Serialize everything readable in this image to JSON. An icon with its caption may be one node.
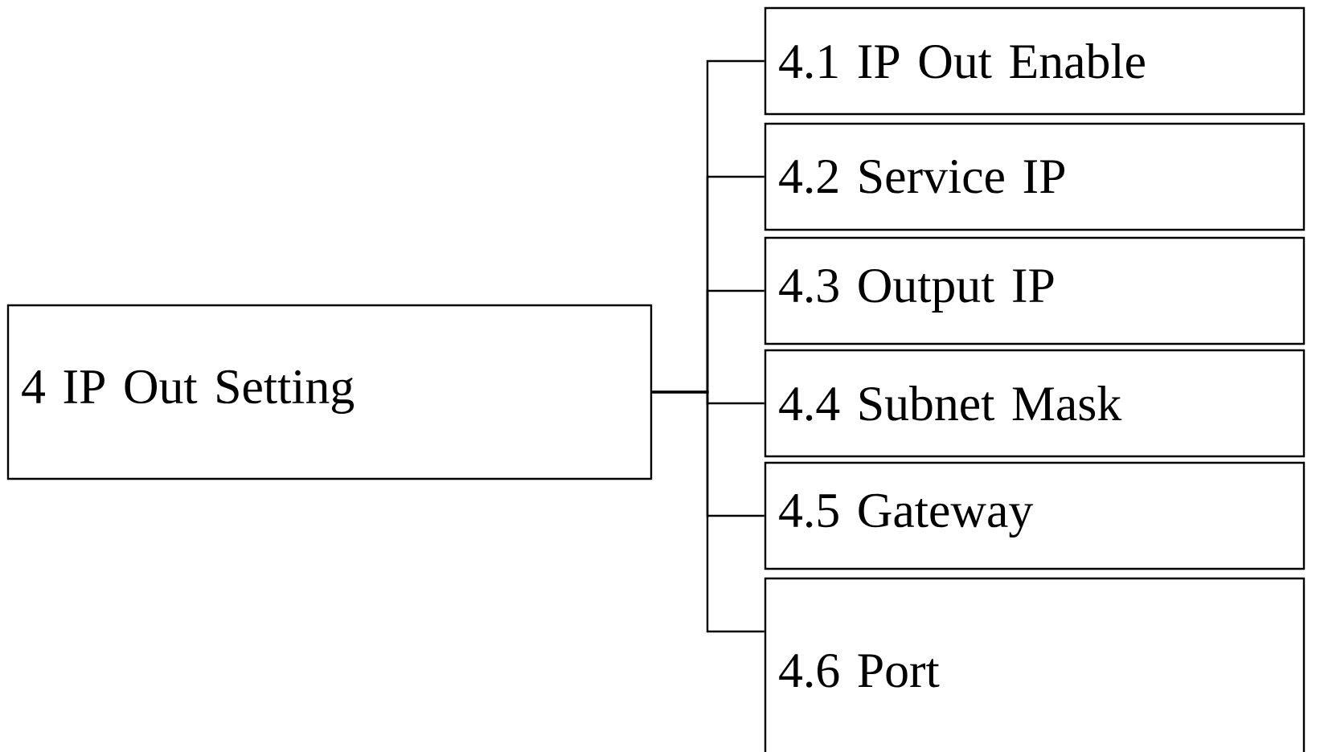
{
  "diagram": {
    "nodes": [
      {
        "text": [
          "4 IP Out Setting"
        ]
      },
      {
        "text": [
          "4.1 IP Out Enable"
        ]
      },
      {
        "text": [
          "4.2 Service IP"
        ]
      },
      {
        "text": [
          "4.3 Output IP"
        ]
      },
      {
        "text": [
          "4.4 Subnet Mask"
        ]
      },
      {
        "text": [
          "4.5 Gateway"
        ]
      },
      {
        "text": [
          "4.6 Port"
        ]
      }
    ],
    "edges": [
      {
        "from": 0,
        "to": 1,
        "arrow": "none"
      },
      {
        "from": 0,
        "to": 2,
        "arrow": "none"
      },
      {
        "from": 0,
        "to": 3,
        "arrow": "none"
      },
      {
        "from": 0,
        "to": 4,
        "arrow": "none"
      },
      {
        "from": 0,
        "to": 5,
        "arrow": "none"
      },
      {
        "from": 0,
        "to": 6,
        "arrow": "none"
      }
    ]
  }
}
